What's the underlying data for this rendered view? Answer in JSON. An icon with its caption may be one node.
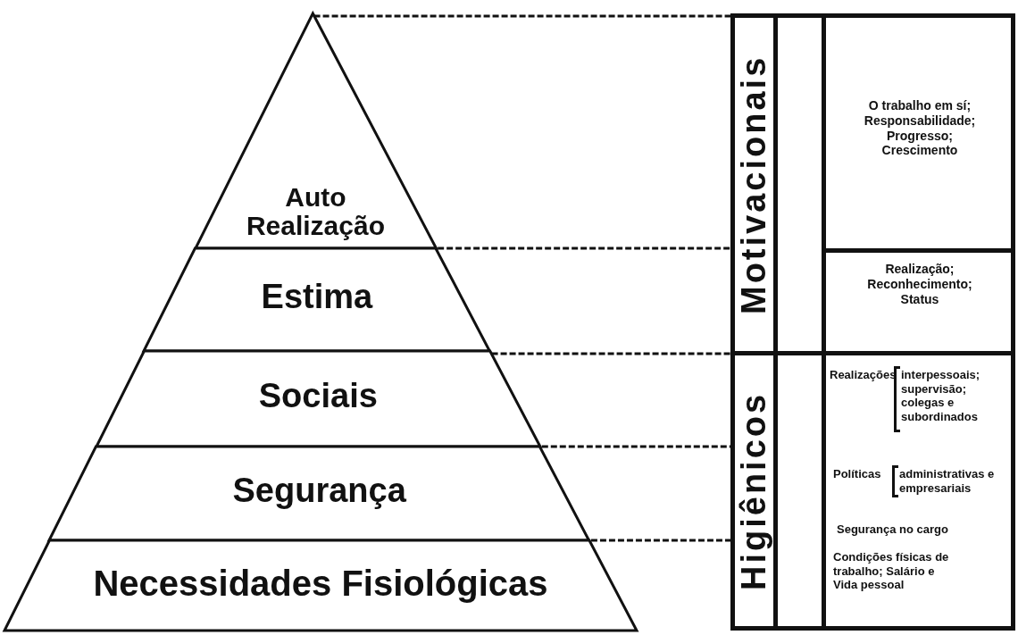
{
  "diagram": {
    "nodes": [
      {
        "text": [
          "Auto Realização"
        ]
      },
      {
        "text": [
          "Estima"
        ]
      },
      {
        "text": [
          "Sociais"
        ]
      },
      {
        "text": [
          "Segurança"
        ]
      },
      {
        "text": [
          "Necessidades Fisiológicas"
        ]
      },
      {
        "text": [
          "Motivacionais"
        ]
      },
      {
        "text": [],
        "shape": "box"
      },
      {
        "text": [
          "O trabalho em sí; Responsabilidade; Progresso; Crescimento"
        ]
      },
      {
        "text": [
          "Realização; Reconhecimento; Status"
        ]
      },
      {
        "text": [
          "Higiênicos"
        ]
      },
      {
        "text": [],
        "shape": "box"
      },
      {
        "text": [
          "Realizações",
          "interpessoais; supervisão; colegas e subordinados",
          "Políticas",
          "administrativas e empresariais",
          "Segurança no cargo",
          "Condições físicas de trabalho; Salário e Vida pessoal"
        ]
      }
    ],
    "edges": [
      {
        "from": 0,
        "to": 5,
        "arrow": "none",
        "style": "dashed"
      },
      {
        "from": 1,
        "to": 5,
        "arrow": "none",
        "style": "dashed"
      },
      {
        "from": 2,
        "to": 9,
        "arrow": "none",
        "style": "dashed"
      },
      {
        "from": 3,
        "to": 9,
        "arrow": "none",
        "style": "dashed"
      },
      {
        "from": 4,
        "to": 9,
        "arrow": "none",
        "style": "dashed"
      }
    ]
  }
}
